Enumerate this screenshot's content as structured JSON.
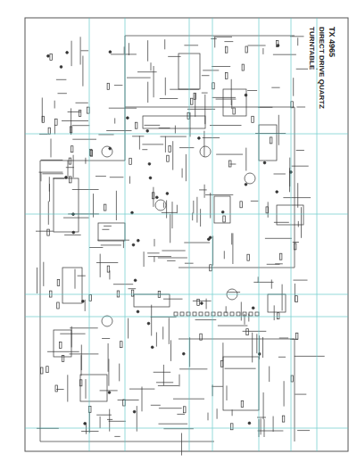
{
  "diagram": {
    "labels": [
      "TX 4965",
      "DIRECT DRIVE QUARTZ",
      "TURNTABLE"
    ]
  }
}
